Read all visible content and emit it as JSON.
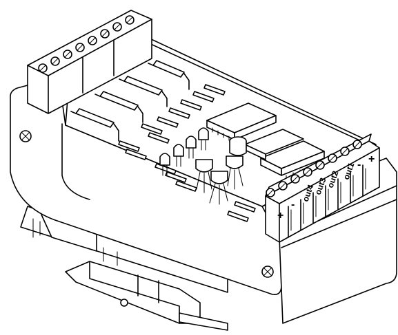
{
  "terminal_labels": {
    "plus_left": "+",
    "minus_left": "-",
    "out4": "out4",
    "out3": "out3",
    "out2": "out2",
    "out1": "out1",
    "minus_right": "-",
    "plus_right": "+"
  }
}
